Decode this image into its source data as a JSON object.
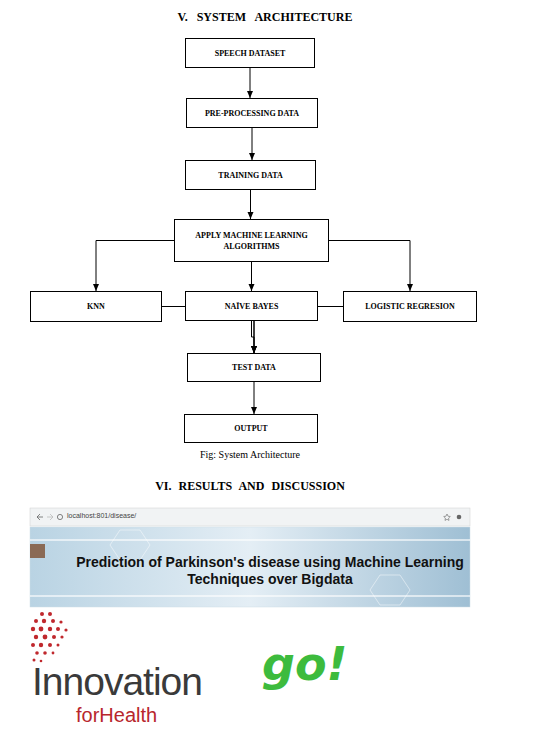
{
  "diagram": {
    "title": "V. SYSTEM ARCHITECTURE",
    "caption": "Fig: System Architecture",
    "nodes": [
      {
        "text": [
          "SPEECH DATASET"
        ]
      },
      {
        "text": [
          "PRE-PROCESSING DATA"
        ]
      },
      {
        "text": [
          "TRAINING DATA"
        ]
      },
      {
        "text": [
          "APPLY MACHINE LEARNING ALGORITHMS"
        ]
      },
      {
        "text": [
          "KNN"
        ]
      },
      {
        "text": [
          "NAÏVE BAYES"
        ]
      },
      {
        "text": [
          "LOGISTIC REGRESION"
        ]
      },
      {
        "text": [
          "TEST DATA"
        ]
      },
      {
        "text": [
          "OUTPUT"
        ]
      }
    ],
    "edges": [
      {
        "from": 0,
        "to": 1,
        "arrow": "to"
      },
      {
        "from": 1,
        "to": 2,
        "arrow": "to"
      },
      {
        "from": 2,
        "to": 3,
        "arrow": "to"
      },
      {
        "from": 3,
        "to": 4,
        "arrow": "to"
      },
      {
        "from": 3,
        "to": 5,
        "arrow": "to"
      },
      {
        "from": 3,
        "to": 6,
        "arrow": "to"
      },
      {
        "from": 4,
        "to": 7,
        "arrow": "to"
      },
      {
        "from": 5,
        "to": 7,
        "arrow": "to"
      },
      {
        "from": 6,
        "to": 7,
        "arrow": "to"
      },
      {
        "from": 7,
        "to": 8,
        "arrow": "to"
      }
    ],
    "labels": [
      "VI. RESULTS AND DISCUSSION",
      "localhost:801/disease/",
      "Prediction of Parkinson's disease using Machine Learning Techniques over Bigdata",
      "Innovation",
      "forHealth",
      "go!"
    ]
  }
}
